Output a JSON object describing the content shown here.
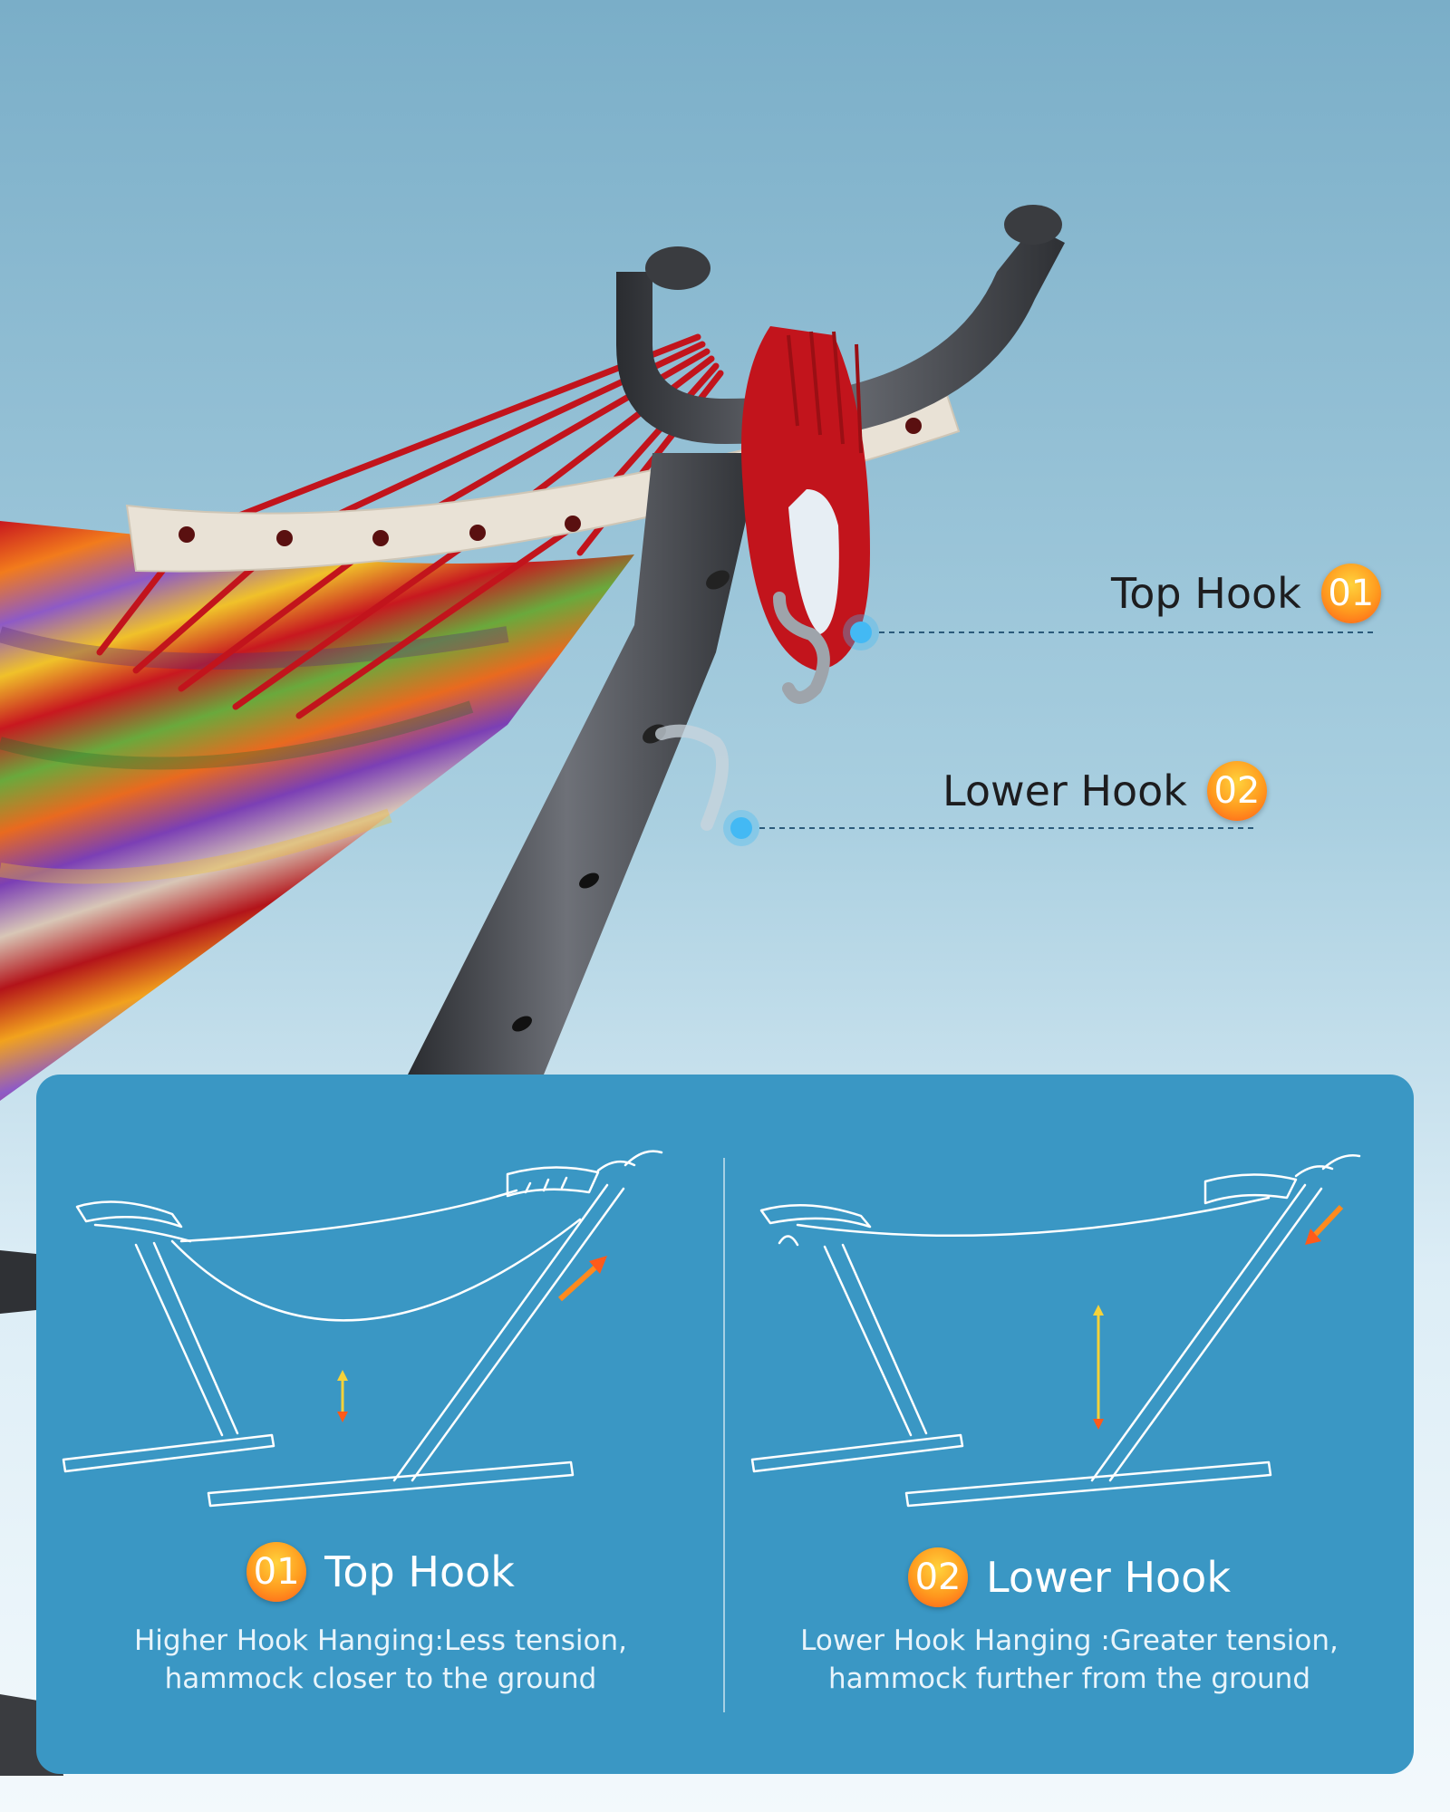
{
  "callouts": [
    {
      "label": "Top Hook",
      "number": "01"
    },
    {
      "label": "Lower Hook",
      "number": "02"
    }
  ],
  "panels": [
    {
      "number": "01",
      "title": "Top Hook",
      "line1": "Higher Hook Hanging:Less tension,",
      "line2": "hammock closer to the ground"
    },
    {
      "number": "02",
      "title": "Lower Hook",
      "line1": "Lower Hook Hanging :Greater tension,",
      "line2": "hammock further from the ground"
    }
  ],
  "colors": {
    "panel": "#3a97c4",
    "badge": "#ff9a1e",
    "rope": "#c2141c",
    "dot": "#43b9f4"
  }
}
